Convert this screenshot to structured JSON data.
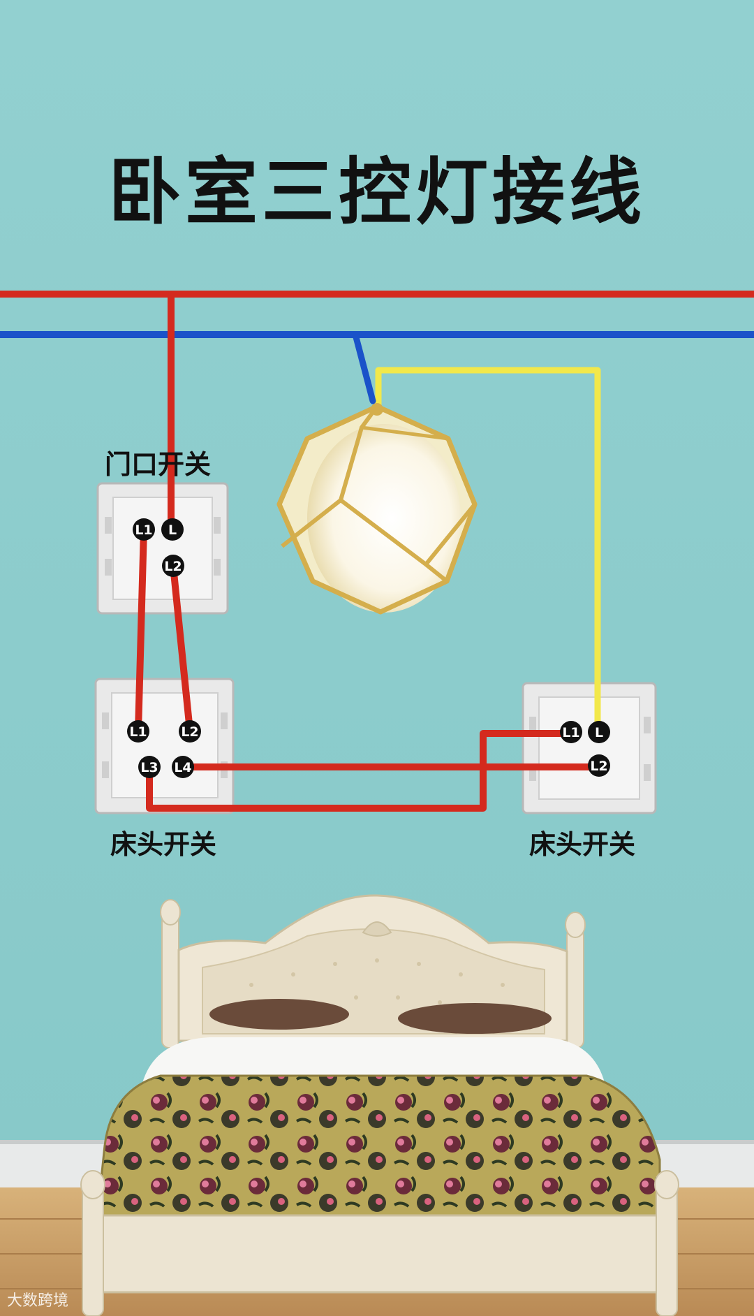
{
  "title": "卧室三控灯接线",
  "labels": {
    "door_switch": "门口开关",
    "bedside_left": "床头开关",
    "bedside_right": "床头开关"
  },
  "terminals": {
    "door": {
      "l1": "L1",
      "l": "L",
      "l2": "L2"
    },
    "middle": {
      "l1": "L1",
      "l2": "L2",
      "l3": "L3",
      "l4": "L4"
    },
    "right": {
      "l1": "L1",
      "l": "L",
      "l2": "L2"
    }
  },
  "watermark": "大数跨境",
  "colors": {
    "wall": "#8fcfcf",
    "live_wire": "#d42a1e",
    "neutral_wire": "#1a52c9",
    "lamp_wire": "#f2e84a",
    "floor": "#c9a06a"
  }
}
